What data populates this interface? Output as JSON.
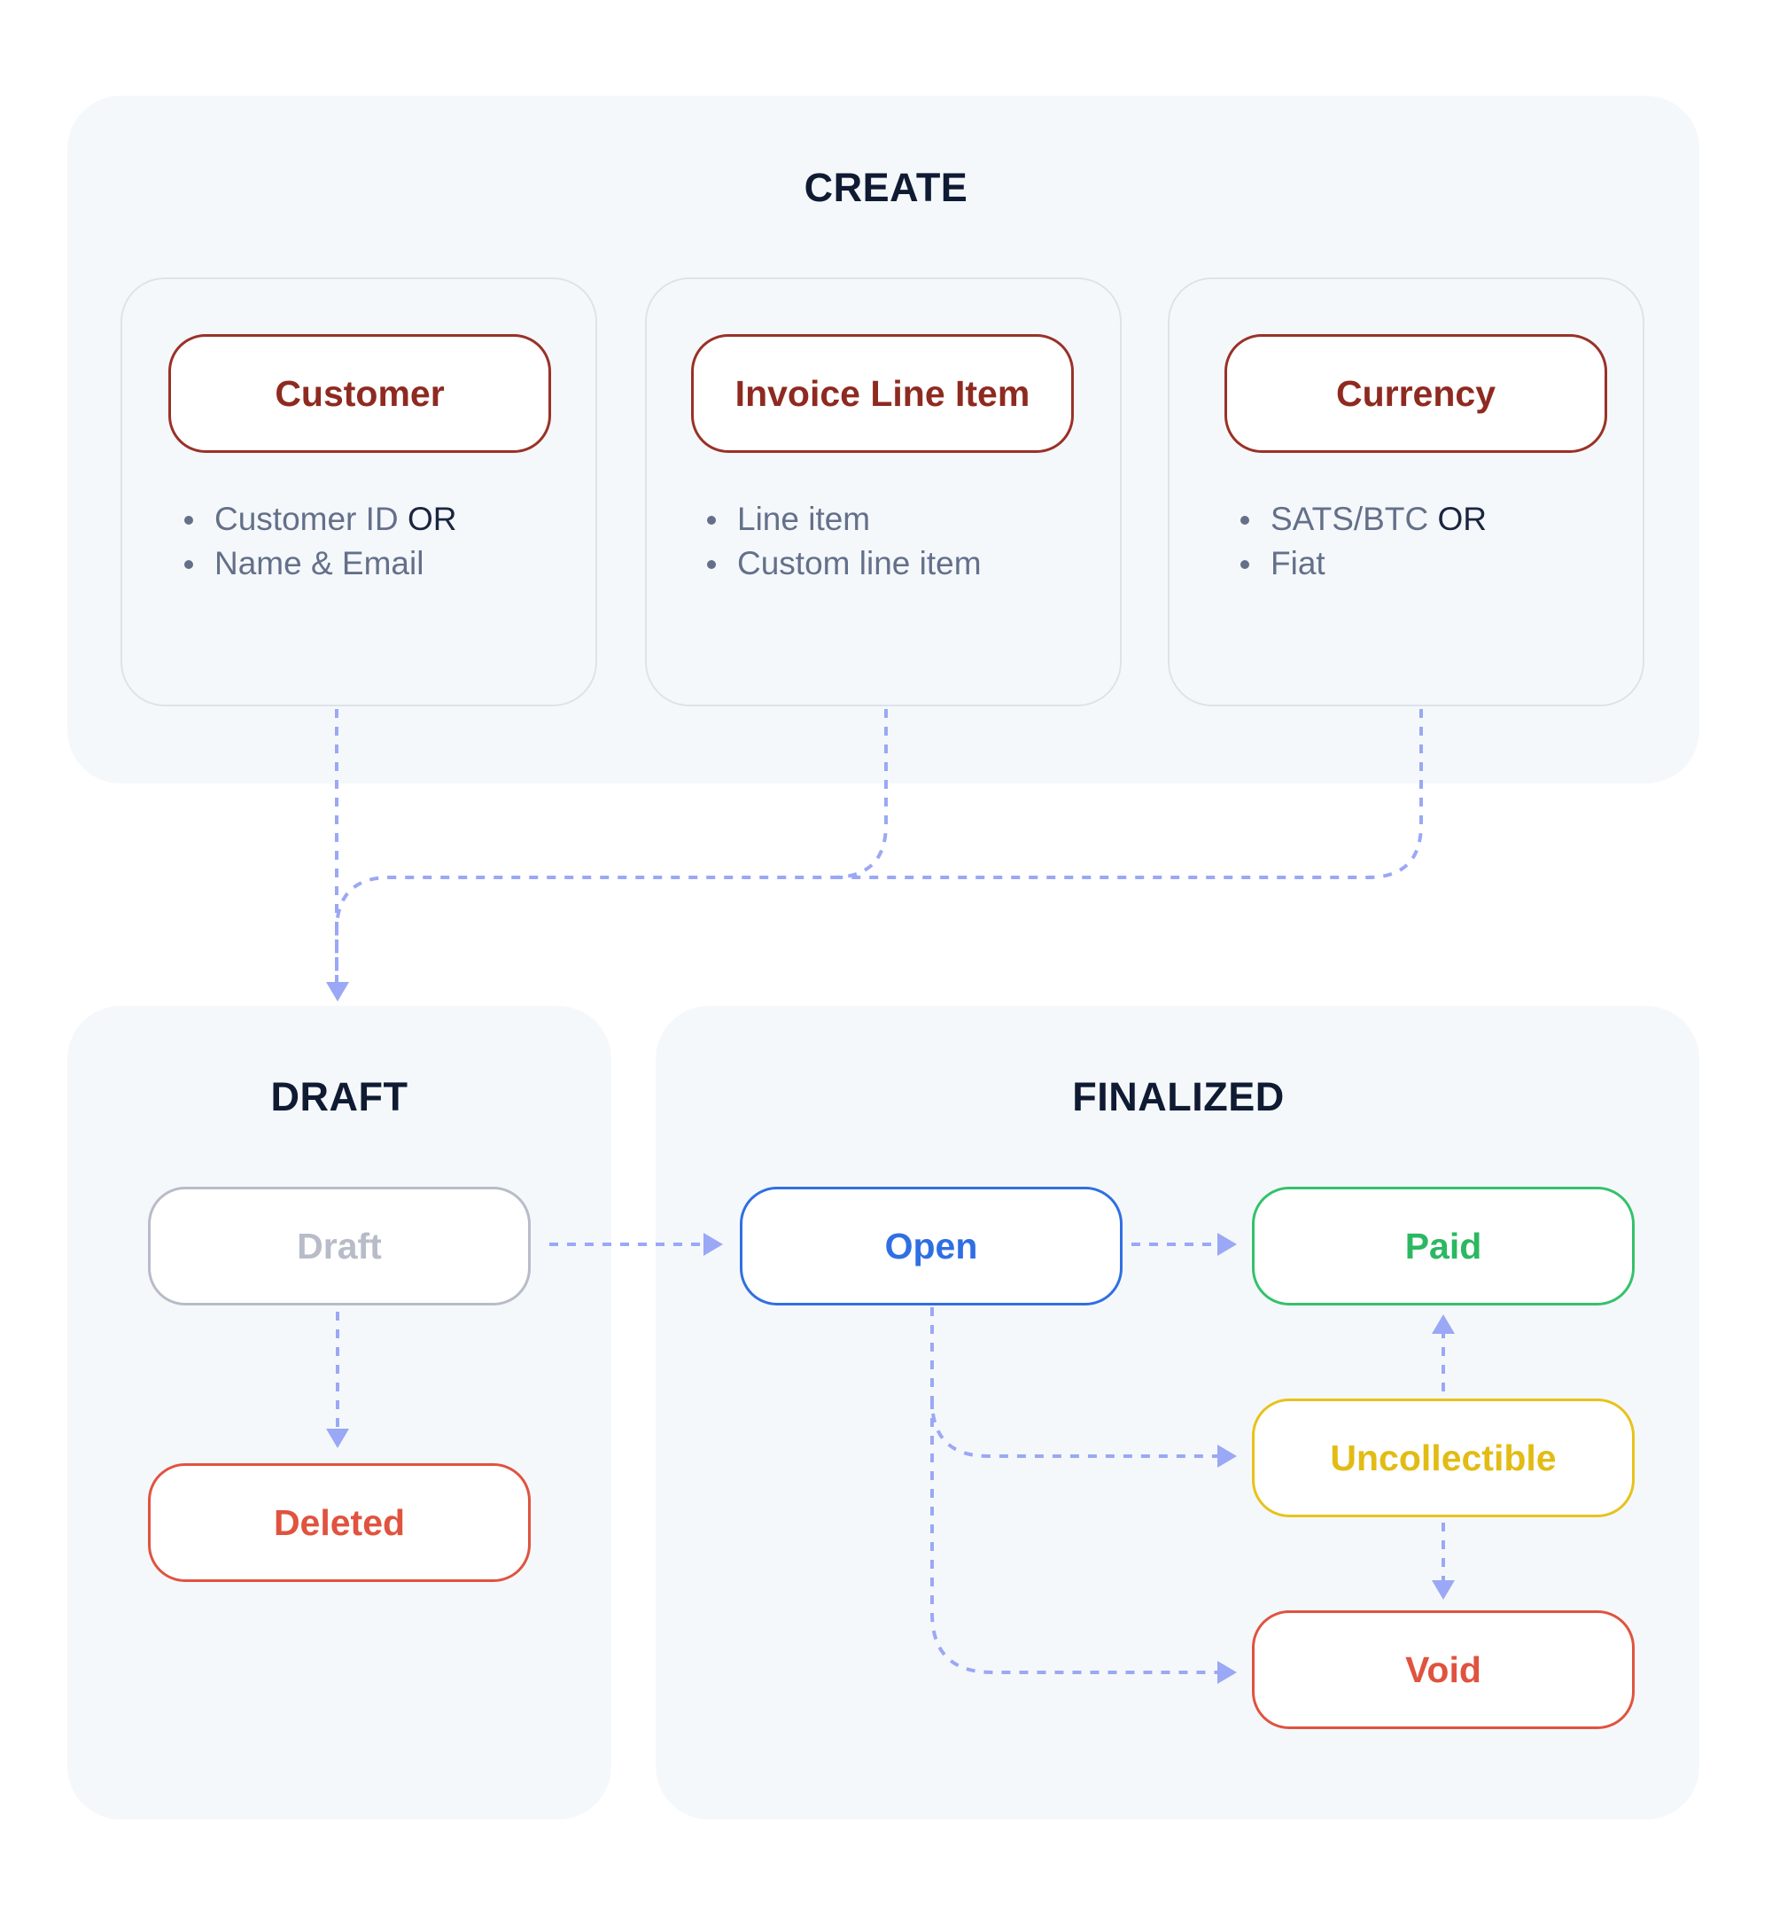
{
  "sections": {
    "create": "CREATE",
    "draft": "DRAFT",
    "finalized": "FINALIZED"
  },
  "create_cards": [
    {
      "title": "Customer",
      "items": [
        {
          "text": "Customer ID",
          "suffix": "OR"
        },
        {
          "text": "Name & Email",
          "suffix": ""
        }
      ]
    },
    {
      "title": "Invoice Line Item",
      "items": [
        {
          "text": "Line item",
          "suffix": ""
        },
        {
          "text": "Custom line item",
          "suffix": ""
        }
      ]
    },
    {
      "title": "Currency",
      "items": [
        {
          "text": "SATS/BTC",
          "suffix": "OR"
        },
        {
          "text": "Fiat",
          "suffix": ""
        }
      ]
    }
  ],
  "states": {
    "draft": "Draft",
    "deleted": "Deleted",
    "open": "Open",
    "paid": "Paid",
    "uncollectible": "Uncollectible",
    "void": "Void"
  },
  "colors": {
    "panel_bg": "#f5f8fb",
    "entity": "#9a3127",
    "draft": "#b7bcc8",
    "deleted": "#e0533f",
    "open": "#2f6fe4",
    "paid": "#33c26b",
    "uncollectible": "#e8c21b",
    "void": "#e0533f",
    "arrow": "#9aa8f5"
  },
  "edges": [
    {
      "from": "Customer",
      "to": "Draft"
    },
    {
      "from": "Invoice Line Item",
      "to": "Draft"
    },
    {
      "from": "Currency",
      "to": "Draft"
    },
    {
      "from": "Draft",
      "to": "Deleted"
    },
    {
      "from": "Draft",
      "to": "Open"
    },
    {
      "from": "Open",
      "to": "Paid"
    },
    {
      "from": "Open",
      "to": "Uncollectible"
    },
    {
      "from": "Open",
      "to": "Void"
    },
    {
      "from": "Uncollectible",
      "to": "Paid"
    },
    {
      "from": "Uncollectible",
      "to": "Void"
    }
  ]
}
